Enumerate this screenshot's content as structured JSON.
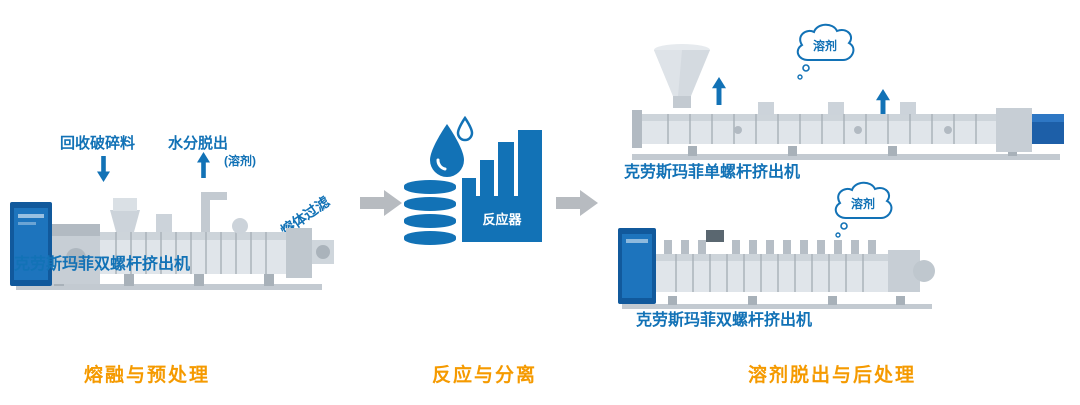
{
  "colors": {
    "brand_blue": "#1272b6",
    "stage_orange": "#f59a00",
    "flow_arrow_gray": "#b7bbc0",
    "machine_cabinet_blue": "#11599c"
  },
  "left": {
    "ann_recycle": "回收破碎料",
    "ann_water": "水分脱出",
    "ann_solvent": "(溶剂)",
    "ann_melt_filter": "熔体过滤",
    "machine_label": "克劳斯玛菲双螺杆挤出机",
    "stage_label": "熔融与预处理"
  },
  "middle": {
    "reactor_label": "反应器",
    "stage_label": "反应与分离"
  },
  "right": {
    "top_machine_label": "克劳斯玛菲单螺杆挤出机",
    "bottom_machine_label": "克劳斯玛菲双螺杆挤出机",
    "cloud_top_label": "溶剂",
    "cloud_bottom_label": "溶剂",
    "stage_label": "溶剂脱出与后处理"
  },
  "icons": {
    "flow_arrow": "block-right-arrow",
    "water_drop": "water-drop",
    "database": "cylinder-stack",
    "reactor": "bar-building-silhouette",
    "cloud": "thought-cloud",
    "up_arrow": "up-arrow",
    "down_arrow": "down-arrow"
  }
}
